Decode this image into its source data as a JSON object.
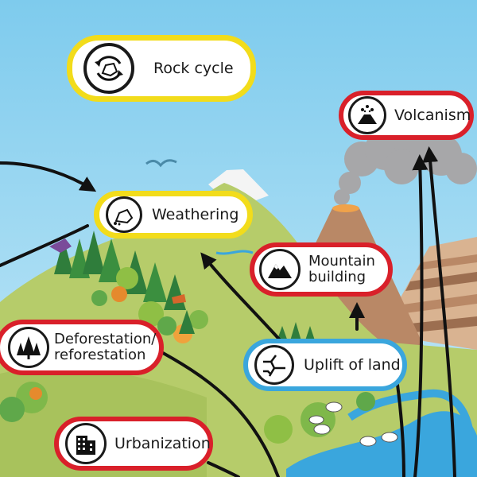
{
  "nodes": {
    "rock_cycle": "Rock cycle",
    "weathering": "Weathering",
    "volcanism": "Volcanism",
    "mountain_building": "Mountain\nbuilding",
    "deforestation": "Deforestation/\nreforestation",
    "uplift": "Uplift of land",
    "urbanization": "Urbanization"
  },
  "colors": {
    "sky": "#8fd0ee",
    "hill": "#b6cc6a",
    "volcano": "#b98866",
    "red_border": "#d9202a",
    "yellow_border": "#f2dc1b",
    "blue_border": "#3aa6dd",
    "arrow": "#111111",
    "water": "#3aa6dd"
  },
  "icons": {
    "rock_cycle": "rock-cycle-icon",
    "weathering": "weathering-rock-icon",
    "volcanism": "erupting-volcano-icon",
    "mountain_building": "mountain-peak-icon",
    "deforestation": "pine-trees-icon",
    "uplift": "fault-crack-icon",
    "urbanization": "city-buildings-icon"
  }
}
